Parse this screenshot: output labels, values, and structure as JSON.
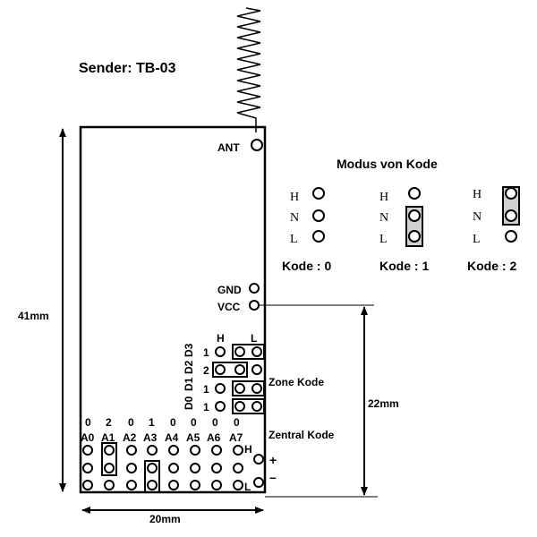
{
  "title": "Sender: TB-03",
  "pins": {
    "ant": "ANT",
    "gnd": "GND",
    "vcc": "VCC"
  },
  "modus": {
    "title": "Modus von Kode",
    "hnl": [
      "H",
      "N",
      "L"
    ],
    "kode0": "Kode : 0",
    "kode1": "Kode : 1",
    "kode2": "Kode : 2"
  },
  "d_labels": [
    "D3",
    "D2",
    "D1",
    "D0"
  ],
  "zone_header": [
    "H",
    "L"
  ],
  "zone_values": [
    "1",
    "2",
    "1",
    "1"
  ],
  "zone_label": "Zone Kode",
  "zentral_label": "Zentral Kode",
  "a_values": [
    "0",
    "2",
    "0",
    "1",
    "0",
    "0",
    "0",
    "0"
  ],
  "a_labels": [
    "A0",
    "A1",
    "A2",
    "A3",
    "A4",
    "A5",
    "A6",
    "A7"
  ],
  "side": {
    "h": "H",
    "l": "L",
    "plus": "+",
    "minus": "–"
  },
  "dimensions": {
    "height": "41mm",
    "width": "20mm",
    "partial": "22mm"
  },
  "colors": {
    "line": "#000000",
    "jumper_fill": "#d0d0d0",
    "background": "#ffffff"
  }
}
